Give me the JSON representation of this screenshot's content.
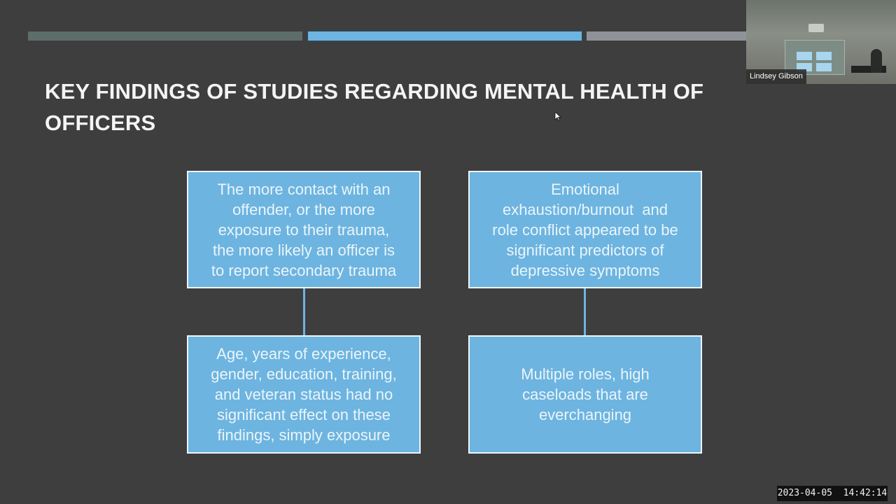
{
  "slide": {
    "title": "KEY FINDINGS OF STUDIES REGARDING MENTAL HEALTH OF OFFICERS",
    "accent_colors": {
      "bar_left": "#5d6e6a",
      "bar_middle": "#6db5e0",
      "bar_right": "#8f9399",
      "box_fill": "#6db4e0",
      "background": "#3e3e3e"
    },
    "boxes": [
      {
        "id": "top-left",
        "lines": [
          "The more contact with an",
          "offender, or the more",
          "exposure to their trauma,",
          "the more likely an officer is",
          "to report secondary trauma"
        ]
      },
      {
        "id": "top-right",
        "lines": [
          "Emotional",
          "exhaustion/burnout  and",
          "role conflict appeared to be",
          "significant predictors of",
          "depressive symptoms"
        ]
      },
      {
        "id": "bottom-left",
        "lines": [
          "Age, years of experience,",
          "gender, education, training,",
          "and veteran status had no",
          "significant effect on these",
          "findings, simply exposure"
        ]
      },
      {
        "id": "bottom-right",
        "lines": [
          "Multiple roles, high",
          "caseloads that are",
          "everchanging"
        ]
      }
    ]
  },
  "video_overlay": {
    "participant_name": "Lindsey Gibson"
  },
  "timestamp": "2023-04-05  14:42:14"
}
